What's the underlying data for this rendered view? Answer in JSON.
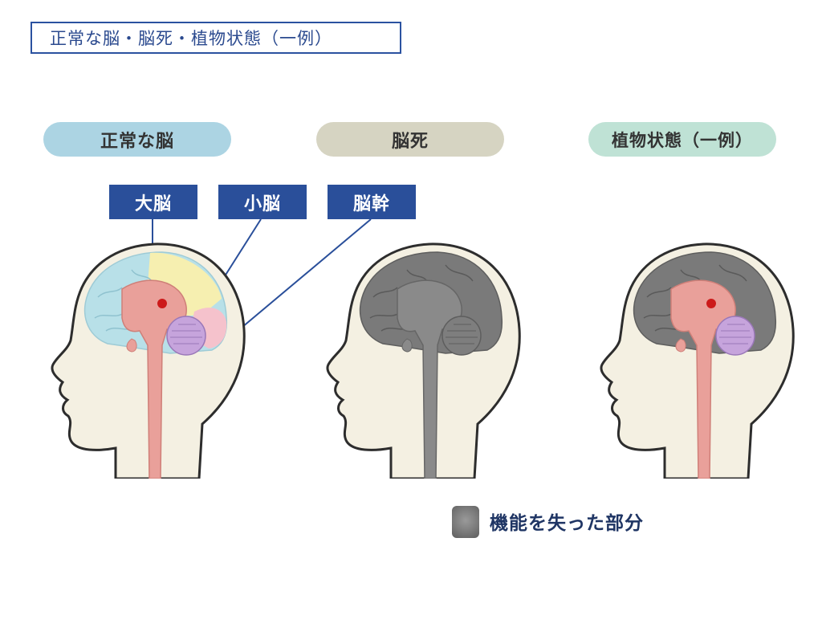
{
  "title": "正常な脳・脳死・植物状態（一例）",
  "panels": {
    "normal": "正常な脳",
    "brain_death": "脳死",
    "vegetative": "植物状態（一例）"
  },
  "labels": {
    "cerebrum": "大脳",
    "cerebellum": "小脳",
    "brainstem": "脳幹"
  },
  "legend": {
    "text": "機能を失った部分",
    "color": "#7a7a7a"
  },
  "colors": {
    "skin": "#f4f0e2",
    "outline": "#2d2d2d",
    "cerebrum_blue": "#b8e0e8",
    "cerebrum_yellow": "#f6efb0",
    "cerebrum_pink": "#f5c2cc",
    "brainstem": "#e9a09a",
    "cerebellum": "#c6a4dc",
    "lost_function": "#7a7a7a",
    "label_bg": "#2a4f9a"
  }
}
